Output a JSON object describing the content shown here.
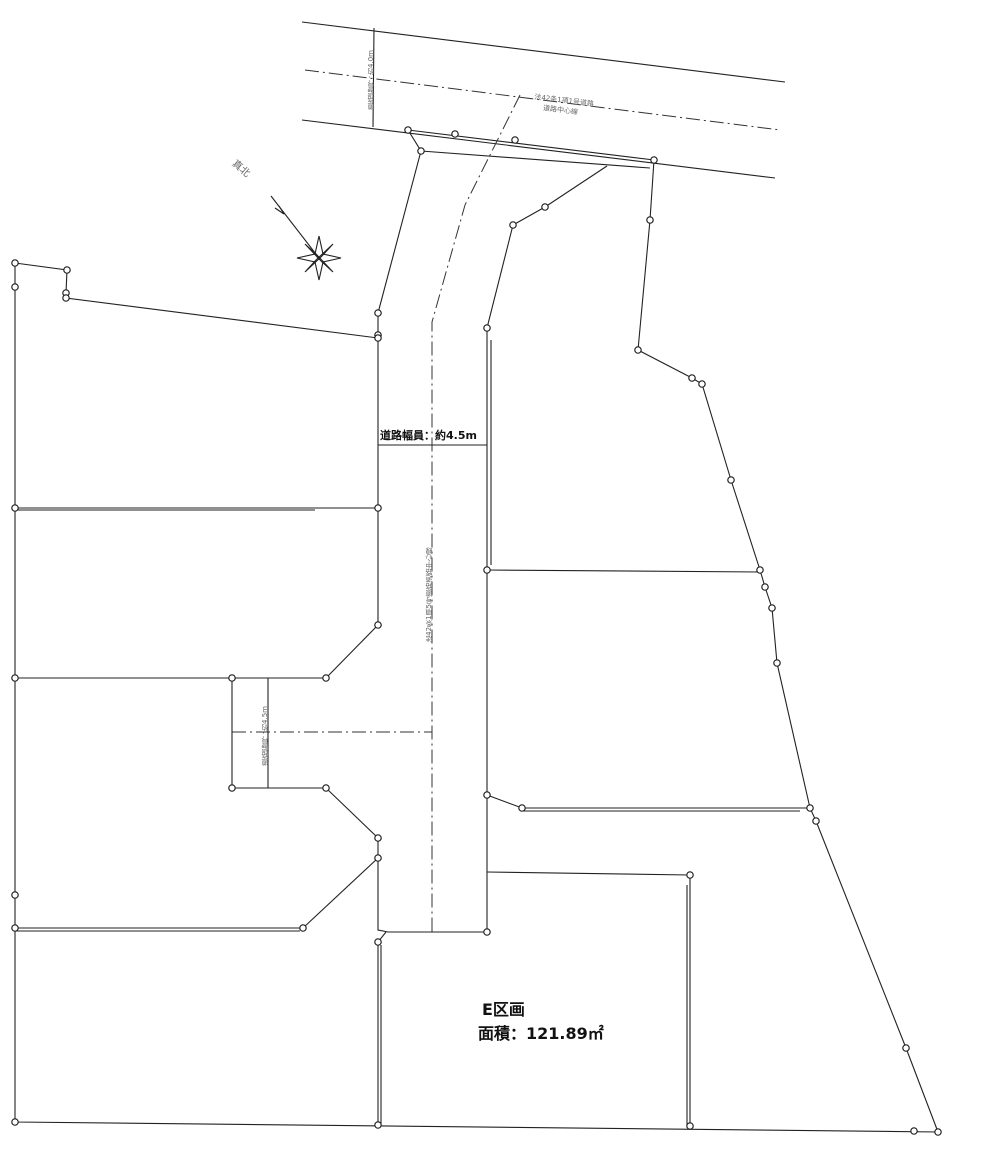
{
  "road_top": {
    "line1": "法42条1項1号道路",
    "line2": "道路中心線",
    "width_note": "道路幅員：約4.0m"
  },
  "road_inner": {
    "line1": "法42条1項5号道路",
    "line2": "道路中心線",
    "width_label": "道路幅員：約4.5m",
    "branch_width_note": "道路幅員：約4.5m"
  },
  "compass": {
    "label": "真北"
  },
  "lot": {
    "name": "E区画",
    "area": "面積：121.89㎡"
  }
}
